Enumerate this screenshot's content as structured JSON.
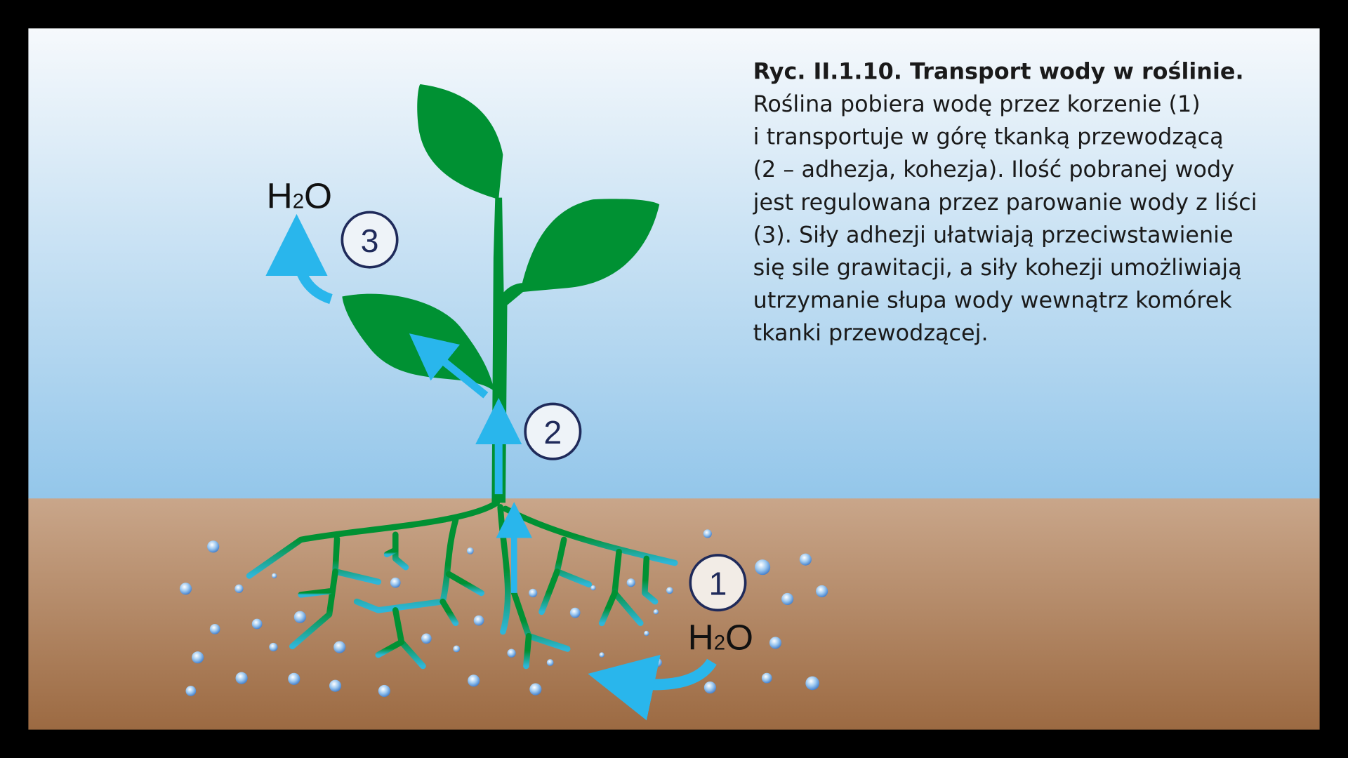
{
  "caption": {
    "title": "Ryc. II.1.10. Transport wody w roślinie.",
    "lines": [
      "Roślina pobiera wodę przez korzenie (1)",
      "i transportuje w górę tkanką przewodzącą",
      "(2 – adhezja, kohezja). Ilość pobranej wody",
      "jest regulowana przez parowanie wody z liści",
      "(3). Siły adhezji ułatwiają przeciwstawienie",
      "się sile grawitacji, a siły kohezji umożliwiają",
      "utrzymanie słupa wody wewnątrz komórek",
      "tkanki przewodzącej."
    ]
  },
  "labels": {
    "h2o_top": {
      "h": "H",
      "sub": "2",
      "o": "O"
    },
    "h2o_bottom": {
      "h": "H",
      "sub": "2",
      "o": "O"
    },
    "step1": "1",
    "step2": "2",
    "step3": "3"
  },
  "colors": {
    "plant": "#009133",
    "arrow": "#29b6ec",
    "circle_border": "#1f2a5a",
    "sky_top": "#f6f9fc",
    "sky_bottom": "#93c6ea",
    "soil_top": "#c9a68a",
    "soil_bottom": "#9c6a42"
  }
}
